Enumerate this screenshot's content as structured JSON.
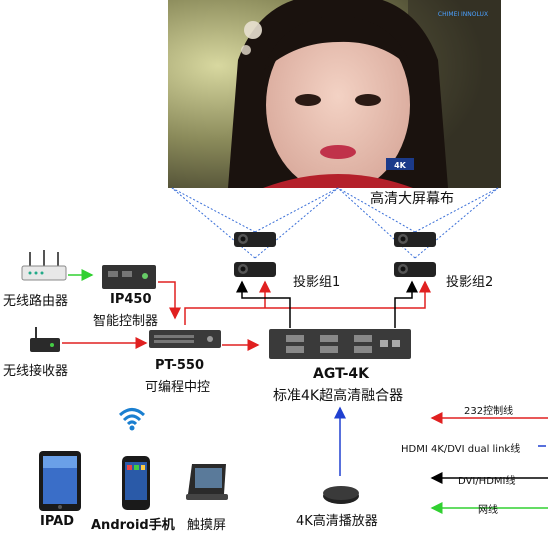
{
  "screen": {
    "label": "高清大屏幕布",
    "brand_badge": "CHIMEI INNOLUX",
    "badge_4k": "4K"
  },
  "projectors": {
    "group1_label": "投影组1",
    "group2_label": "投影组2"
  },
  "devices": {
    "router": {
      "label": "无线路由器"
    },
    "ip450": {
      "model": "IP450",
      "label": "智能控制器"
    },
    "receiver": {
      "label": "无线接收器"
    },
    "pt550": {
      "model": "PT-550",
      "label": "可编程中控"
    },
    "agt4k": {
      "model": "AGT-4K",
      "label": "标准4K超高清融合器"
    },
    "player": {
      "label": "4K高清播放器"
    }
  },
  "clients": {
    "ipad": "IPAD",
    "android": "Android手机",
    "touch": "触摸屏"
  },
  "legend": {
    "rs232": "232控制线",
    "hdmi_dual": "HDMI 4K/DVI dual link线",
    "dvi_hdmi": "DVI/HDMI线",
    "network": "网线"
  },
  "colors": {
    "rs232": "#e02020",
    "hdmi_dual": "#2040d0",
    "dvi_hdmi": "#000000",
    "network": "#30d030",
    "projection": "#3a6fd8"
  }
}
